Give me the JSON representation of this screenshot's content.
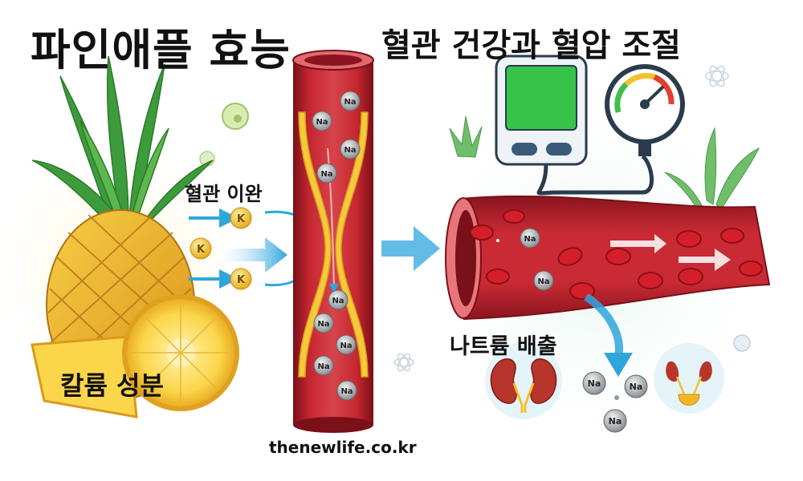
{
  "title": "파인애플 효능",
  "subtitle": "혈관 건강과 혈압 조절",
  "labels": {
    "vessel_relaxation": "혈관 이완",
    "potassium_content": "칼륨 성분",
    "sodium_excretion": "나트륨 배출"
  },
  "ions": {
    "potassium": "K",
    "sodium": "Na"
  },
  "footer": "thenewlife.co.kr",
  "colors": {
    "vessel_red": "#b5202a",
    "vessel_dark": "#7a1018",
    "pineapple_yellow": "#f2b824",
    "leaf_green": "#3d9b3b",
    "arrow_blue": "#2ea6dd",
    "monitor_screen": "#37c24a"
  },
  "icons": [
    "pineapple-icon",
    "blood-vessel-icon",
    "blood-pressure-monitor-icon",
    "pressure-gauge-icon",
    "kidney-icon",
    "bladder-icon",
    "atom-icon"
  ]
}
